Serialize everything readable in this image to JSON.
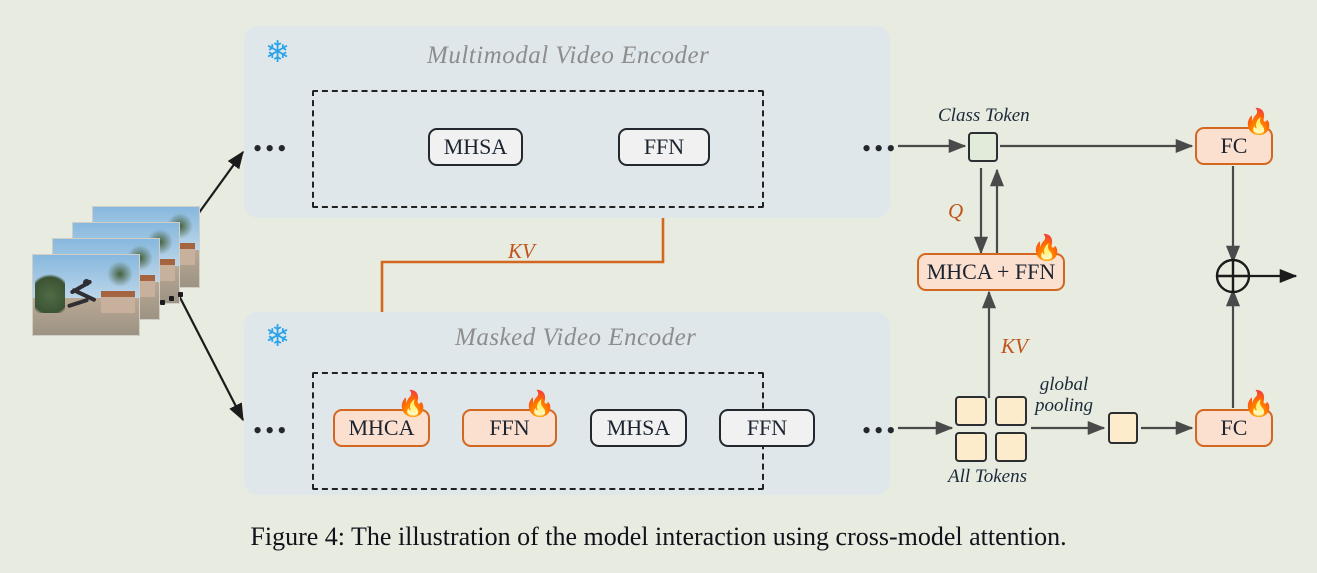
{
  "figure": {
    "caption": "Figure 4: The illustration of the model interaction using cross-model attention.",
    "background_color": "#e7ebe0"
  },
  "encoders": [
    {
      "id": "multimodal",
      "title": "Multimodal Video Encoder",
      "frozen_icon": "snowflake-icon",
      "panel_color": "#dfe7ea",
      "input_ellipsis": "•••",
      "output_ellipsis": "•••",
      "blocks": [
        {
          "label": "MHSA",
          "trainable": false
        },
        {
          "label": "FFN",
          "trainable": false
        }
      ]
    },
    {
      "id": "masked",
      "title": "Masked Video Encoder",
      "frozen_icon": "snowflake-icon",
      "panel_color": "#dfe7ea",
      "input_ellipsis": "•••",
      "output_ellipsis": "•••",
      "blocks": [
        {
          "label": "MHCA",
          "trainable": true
        },
        {
          "label": "FFN",
          "trainable": true
        },
        {
          "label": "MHSA",
          "trainable": false
        },
        {
          "label": "FFN",
          "trainable": false
        }
      ]
    }
  ],
  "tokens": {
    "class_token_label": "Class Token",
    "all_tokens_label": "All Tokens",
    "all_tokens_count": 4,
    "pooling_label": "global\npooling",
    "pooling_label_line1": "global",
    "pooling_label_line2": "pooling",
    "class_token_color": "#e2ebd9",
    "all_tokens_color": "#fdeccb"
  },
  "heads": {
    "fusion_block": {
      "label": "MHCA + FFN",
      "trainable": true
    },
    "fc_top": {
      "label": "FC",
      "trainable": true
    },
    "fc_bottom": {
      "label": "FC",
      "trainable": true
    },
    "sum_symbol": "⊕"
  },
  "edge_labels": {
    "kv_cross": "KV",
    "kv_tokens": "KV",
    "query": "Q"
  },
  "colors": {
    "orange": "#d4671f",
    "orange_text": "#c1541c",
    "snow_blue": "#2aa3e8",
    "panel": "#dfe7ea",
    "node_fill": "#f1f1f1",
    "warm_fill": "#fbe0d0",
    "arrow": "#4a4a4a",
    "title_gray": "#8d8d8d"
  },
  "video_input": {
    "name": "video-frames",
    "frame_count": 4,
    "ellipsis": "•••"
  },
  "icons": {
    "snowflake": "❄",
    "flame": "🔥"
  }
}
